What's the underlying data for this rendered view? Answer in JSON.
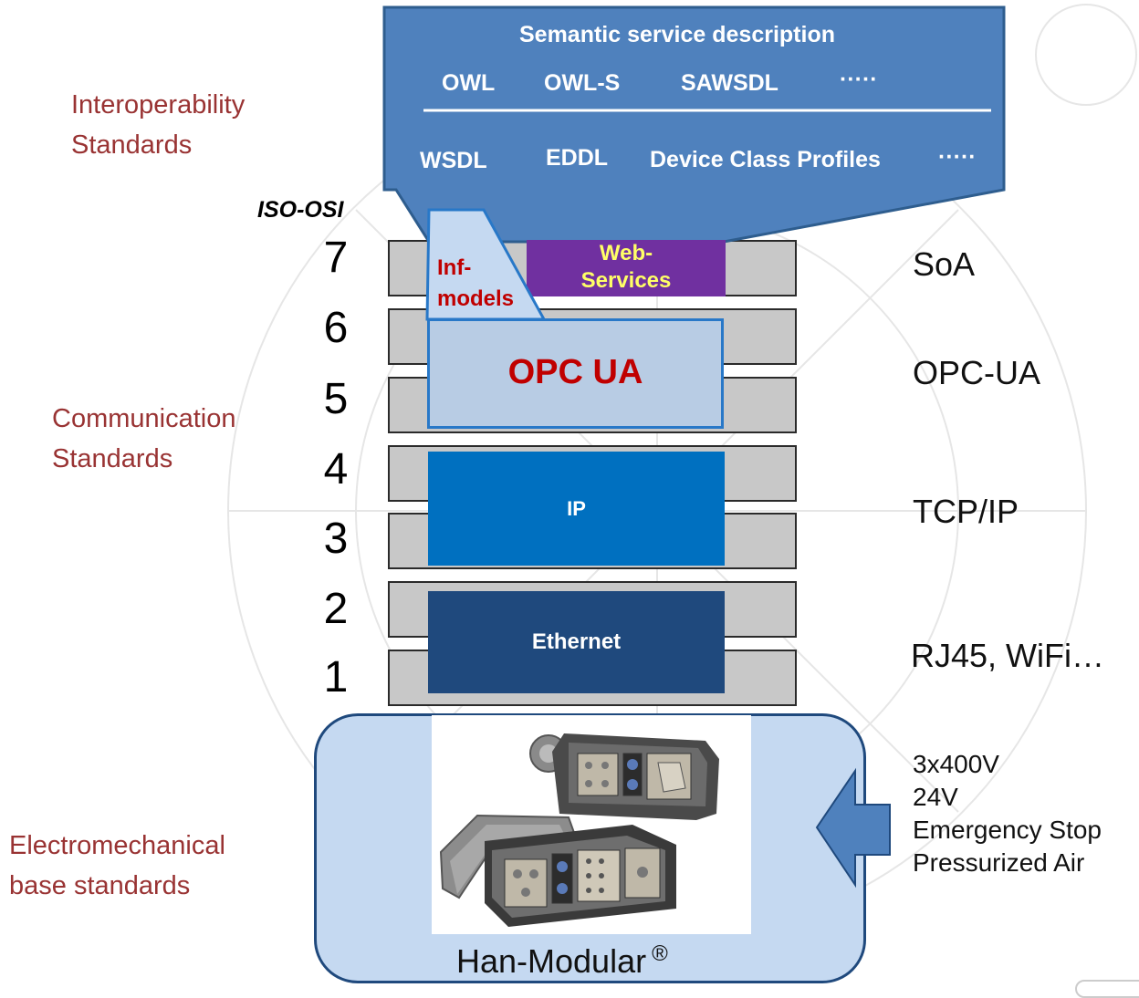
{
  "categories": {
    "interop": [
      "Interoperability",
      "Standards"
    ],
    "comm": [
      "Communication",
      "Standards"
    ],
    "electro": [
      "Electromechanical",
      "base standards"
    ]
  },
  "iso_osi_label": "ISO-OSI",
  "layer_numbers": [
    "7",
    "6",
    "5",
    "4",
    "3",
    "2",
    "1"
  ],
  "callout": {
    "title": "Semantic service description",
    "row1": [
      "OWL",
      "OWL-S",
      "SAWSDL",
      "·····"
    ],
    "row2": [
      "WSDL",
      "EDDL",
      "Device Class Profiles",
      "·····"
    ]
  },
  "blocks": {
    "inf_models": [
      "Inf-",
      "models"
    ],
    "web_services": [
      "Web-",
      "Services"
    ],
    "opc_ua": "OPC UA",
    "ip": "IP",
    "ethernet": "Ethernet"
  },
  "right_standards": {
    "soa": "SoA",
    "opc": "OPC-UA",
    "tcp": "TCP/IP",
    "rj45": "RJ45, WiFi…",
    "base_lines": [
      "3x400V",
      "24V",
      "Emergency Stop",
      "Pressurized Air"
    ]
  },
  "connector": {
    "label": "Han-Modular",
    "mark": "®"
  },
  "colors": {
    "callout": "#4f81bd",
    "inf_models": "#c5d9f1",
    "web_services": "#7030a0",
    "web_services_text": "#ffff66",
    "opc_ua_fill": "#b8cce4",
    "opc_ua_text": "#c00000",
    "ip": "#0070c0",
    "ethernet": "#1f497d",
    "category_text": "#993333",
    "arrow": "#4f81bd"
  }
}
